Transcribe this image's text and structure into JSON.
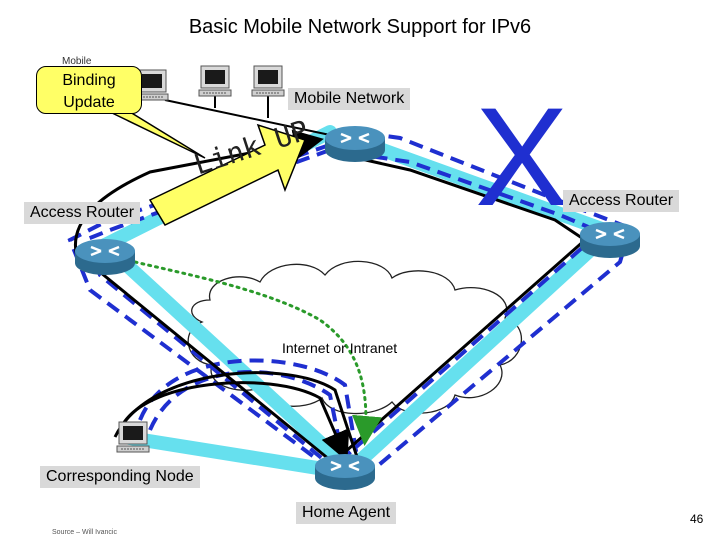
{
  "title": "Basic Mobile Network Support for IPv6",
  "callout": {
    "line1": "Binding",
    "line2": "Update",
    "behind_text": "Mobile"
  },
  "labels": {
    "mobile_network": "Mobile Network",
    "access_router_left": "Access Router",
    "access_router_right": "Access Router",
    "internet": "Internet or Intranet",
    "corresponding_node": "Corresponding Node",
    "home_agent": "Home Agent",
    "link_up": "Link UP",
    "x_mark": "X"
  },
  "source": "Source – Will Ivancic",
  "page_number": "46",
  "colors": {
    "link_cyan": "#66e0ee",
    "dashed_blue": "#1f2fd0",
    "router_blue": "#3a7fa6",
    "callout_yellow": "#ffff66",
    "dotted_green": "#2a9a2a",
    "label_gray": "#d9d9d9"
  }
}
